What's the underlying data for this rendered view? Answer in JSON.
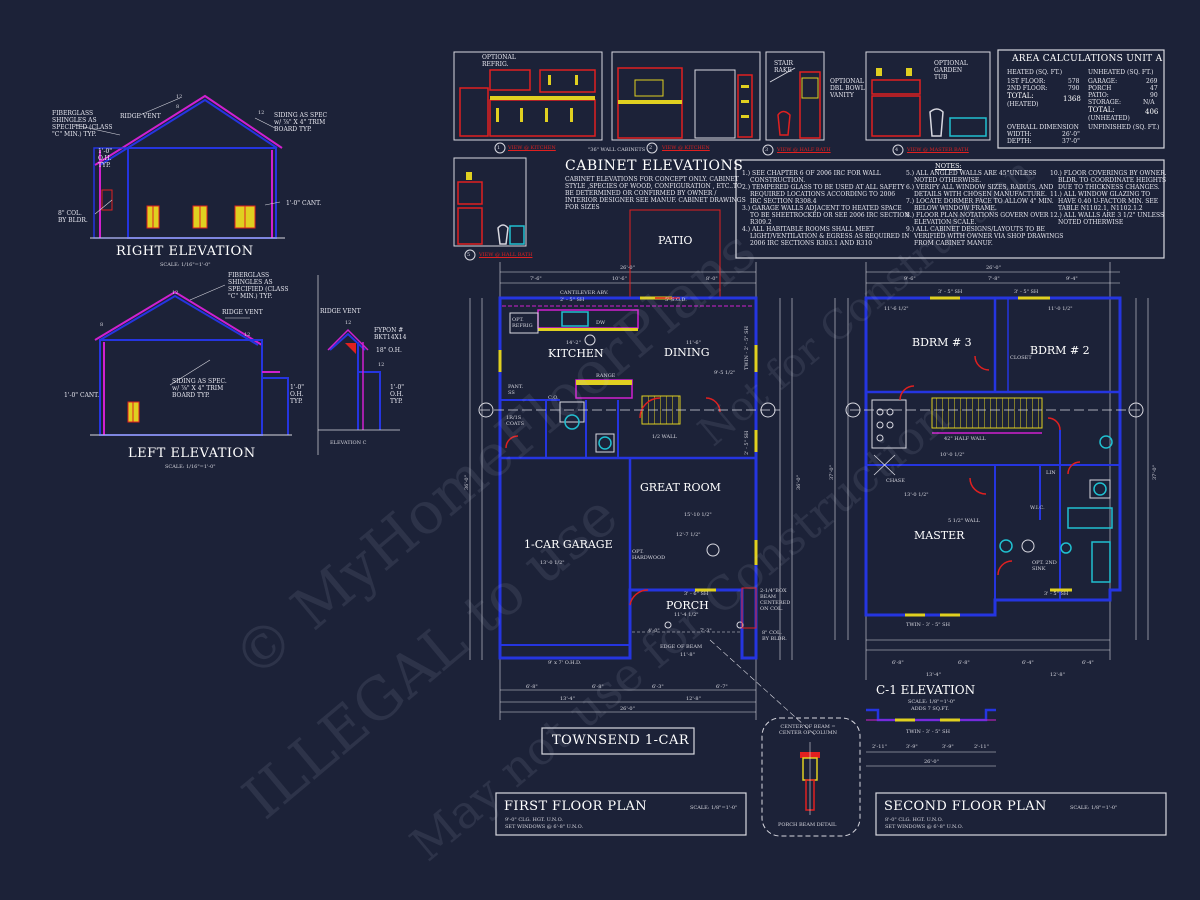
{
  "elevations": {
    "right": {
      "title": "RIGHT ELEVATION",
      "scale": "SCALE: 1/16\"=1'-0\"",
      "notes": [
        "FIBERGLASS",
        "SHINGLES AS",
        "SPECIFIED (CLASS",
        "\"C\" MIN.) TYP."
      ],
      "ridge": "RIDGE VENT",
      "siding": [
        "SIDING AS SPEC",
        "w/ ⅞\" X 4\" TRIM",
        "BOARD TYP."
      ],
      "oh": [
        "1'-0\"",
        "O.H.",
        "TYP."
      ],
      "cant": "1'-0\" CANT.",
      "col": [
        "8\" COL.",
        "BY BLDR."
      ],
      "dims": [
        "12",
        "8",
        "12"
      ]
    },
    "left": {
      "title": "LEFT ELEVATION",
      "scale": "SCALE: 1/16\"=1'-0\"",
      "notes": [
        "FIBERGLASS",
        "SHINGLES AS",
        "SPECIFIED (CLASS",
        "\"C\" MIN.) TYP."
      ],
      "ridge": "RIDGE VENT",
      "siding": [
        "SIDING AS SPEC.",
        "w/ ⅞\" X 4\" TRIM",
        "BOARD TYP."
      ],
      "oh": [
        "1'-0\"",
        "O.H.",
        "TYP."
      ],
      "cant": "1'-0\" CANT.",
      "dims": [
        "12",
        "8",
        "12"
      ]
    },
    "c": {
      "title": "ELEVATION C",
      "ridge": "RIDGE VENT",
      "fypon": [
        "FYPON #",
        "BKT14X14"
      ],
      "oh": "18\" O.H.",
      "oh2": [
        "1'-0\"",
        "O.H.",
        "TYP."
      ],
      "dims": [
        "12",
        "12"
      ]
    }
  },
  "cabinets": {
    "title": "CABINET ELEVATIONS",
    "desc": [
      "CABINET ELEVATIONS FOR CONCEPT ONLY. CABINET",
      "STYLE ,SPECIES OF WOOD, CONFIGURATION , ETC..TO",
      "BE DETERMINED OR CONFIRMED BY OWNER /",
      "INTERIOR DESIGNER SEE MANUF. CABINET DRAWINGS",
      "FOR SIZES"
    ],
    "refrig": [
      "OPTIONAL",
      "REFRIG."
    ],
    "wall36": "\"36\" WALL CABINETS",
    "views": [
      {
        "n": "1",
        "label": "VIEW @ KITCHEN"
      },
      {
        "n": "2",
        "label": "VIEW @ KITCHEN"
      },
      {
        "n": "3",
        "label": "VIEW @ HALF BATH"
      },
      {
        "n": "4",
        "label": "VIEW @ MASTER BATH"
      },
      {
        "n": "5",
        "label": "VIEW @ HALL BATH"
      }
    ],
    "stair": [
      "STAIR",
      "RAKE"
    ],
    "vanity": [
      "OPTIONAL",
      "DBL BOWL",
      "VANITY"
    ],
    "tub": [
      "OPTIONAL",
      "GARDEN",
      "TUB"
    ]
  },
  "area": {
    "title": "AREA CALCULATIONS UNIT A",
    "heated_hdr": "HEATED (SQ. FT.)",
    "unheated_hdr": "UNHEATED (SQ. FT.)",
    "heated": [
      [
        "1ST FLOOR:",
        "578"
      ],
      [
        "2ND FLOOR:",
        "790"
      ]
    ],
    "total_lbl": "TOTAL:",
    "total_sub": "(HEATED)",
    "total": "1368",
    "unheated": [
      [
        "GARAGE:",
        "269"
      ],
      [
        "PORCH",
        "47"
      ],
      [
        "PATIO:",
        "90"
      ],
      [
        "STORAGE:",
        "N/A"
      ]
    ],
    "utotal_lbl": "TOTAL:",
    "utotal_sub": "(UNHEATED)",
    "utotal": "406",
    "overall": "OVERALL DIMENSION",
    "width": [
      "WIDTH:",
      "26'-0\""
    ],
    "depth": [
      "DEPTH:",
      "37'-0\""
    ],
    "unfinished": "UNFINISHED (SQ. FT.)"
  },
  "notes": {
    "title": "NOTES:",
    "col1": [
      "1.) SEE CHAPTER 6 OF 2006 IRC FOR WALL",
      "CONSTRUCTION.",
      "2.) TEMPERED GLASS TO BE USED AT ALL SAFETY",
      "REQUIRED LOCATIONS ACCORDING TO 2006",
      "IRC SECTION R308.4",
      "3.) GARAGE WALLS ADJACENT TO HEATED SPACE",
      "TO BE SHEETROCKED OR SEE 2006 IRC SECTION",
      "R309.2",
      "4.) ALL HABITABLE ROOMS SHALL MEET",
      "LIGHT/VENTILATION & EGRESS AS REQUIRED IN",
      "2006 IRC SECTIONS R303.1 AND R310"
    ],
    "col2": [
      "5.) ALL ANGLED WALLS ARE 45°UNLESS",
      "NOTED OTHERWISE.",
      "6.) VERIFY ALL WINDOW SIZES, RADIUS, AND",
      "DETAILS WITH CHOSEN MANUFACTURE.",
      "7.) LOCATE DORMER FACE TO ALLOW 4\" MIN.",
      "BELOW WINDOW FRAME.",
      "8.) FLOOR PLAN NOTATIONS GOVERN OVER",
      "ELEVATION SCALE.",
      "9.) ALL CABINET DESIGNS/LAYOUTS TO BE",
      "VERIFIED WITH OWNER VIA SHOP DRAWINGS",
      "FROM CABINET MANUF."
    ],
    "col3": [
      "10.) FLOOR COVERINGS BY OWNER.",
      "BLDR. TO COORDINATE HEIGHTS",
      "DUE TO THICKNESS CHANGES.",
      "11.) ALL WINDOW GLAZING TO",
      "HAVE 0.40 U-FACTOR MIN. SEE",
      "TABLE N1102.1, N1102.1.2",
      "12.) ALL WALLS ARE 3 1/2\" UNLESS",
      "NOTED OTHERWISE"
    ]
  },
  "first_floor": {
    "title": "FIRST FLOOR PLAN",
    "scale": "SCALE: 1/8\"=1'-0\"",
    "clg": "9'-0\" CLG. HGT. U.N.O.",
    "windows": "SET WINDOWS @ 6'-8\" U.N.O.",
    "rooms": {
      "patio": "PATIO",
      "kitchen": "KITCHEN",
      "dining": "DINING",
      "great": "GREAT ROOM",
      "garage": "1-CAR GARAGE",
      "porch": "PORCH"
    },
    "labels": {
      "cantilever": "CANTILEVER ABV.",
      "sh1": "2' - 5\" SH",
      "sgd": "5' S.G.D.",
      "refrig": [
        "OPT.",
        "REFRIG"
      ],
      "dw": "DW",
      "range": "RANGE",
      "pant": [
        "PANT.",
        "SS"
      ],
      "coats": [
        "1R/1S",
        "COATS"
      ],
      "halfwall": "1/2 WALL",
      "hardwood": [
        "OPT.",
        "HARDWOOD"
      ],
      "ohd": "9' x 7' O.H.D.",
      "sh36": "3' - 6\" SH",
      "box": [
        "2-1/4\"BOX",
        "BEAM",
        "CENTERED",
        "ON COL."
      ],
      "col": [
        "8\" COL.",
        "BY BLDR."
      ],
      "edge": "EDGE OF BEAM",
      "twin": "TWIN - 2' - 5\" SH",
      "sh2": "2' - 5\" SH",
      "co": "C.O."
    },
    "dims": {
      "top": "26'-0\"",
      "t1": "7'-6\"",
      "t2": "10'-6\"",
      "t3": "8'-0\"",
      "k1": "14'-2\"",
      "k2": "11'-6\"",
      "g1": "13'-0 1/2\"",
      "g2": "12'-7 1/2\"",
      "g3": "15'-10 1/2\"",
      "p1": "11'-4 1/2\"",
      "p2": "4'-0\"",
      "p3": "7'-3\"",
      "p4": "11'-8\"",
      "b1": "6'-8\"",
      "b2": "6'-8\"",
      "b3": "6'-3\"",
      "b4": "6'-7\"",
      "c1": "13'-4\"",
      "c2": "12'-8\"",
      "bot": "26'-0\"",
      "left": "36'-0\"",
      "right": "36'-0\"",
      "r1": "9'-5 1/2\""
    }
  },
  "second_floor": {
    "title": "SECOND FLOOR PLAN",
    "scale": "SCALE: 1/8\"=1'-0\"",
    "clg": "8'-0\" CLG. HGT. U.N.O.",
    "windows": "SET WINDOWS @ 6'-8\" U.N.O.",
    "rooms": {
      "bdrm3": "BDRM # 3",
      "bdrm2": "BDRM # 2",
      "master": "MASTER"
    },
    "labels": {
      "sh1": "3' - 5\" SH",
      "sh2": "3' - 5\" SH",
      "halfwall": "42\" HALF WALL",
      "chase": "CHASE",
      "wall": "5 1/2\" WALL",
      "wic": "W.I.C.",
      "lin": "LIN",
      "twin": "TWIN - 3' - 5\" SH",
      "sh3": "3' - 5\" SH",
      "closet": "CLOSET",
      "sink": [
        "OPT. 2ND",
        "SINK"
      ]
    },
    "dims": {
      "top": "26'-0\"",
      "t1": "9'-6\"",
      "t2": "7'-8\"",
      "t3": "9'-4\"",
      "b3a": "11'-6 1/2\"",
      "b2a": "11'-0 1/2\"",
      "m1": "13'-0 1/2\"",
      "m2": "10'-0 1/2\"",
      "left": "37'-0\"",
      "right": "37'-0\"",
      "b1": "6'-8\"",
      "b2": "6'-8\"",
      "b3": "6'-4\"",
      "b4": "6'-4\"",
      "c1": "13'-4\"",
      "c2": "12'-8\""
    }
  },
  "c1": {
    "title": "C-1 ELEVATION",
    "scale": "SCALE: 1/8\"=1'-0\"",
    "adds": "ADDS 7 SQ.FT.",
    "twin": "TWIN - 3' - 5\" SH",
    "dims": [
      "2'-11\"",
      "3'-9\"",
      "3'-9\"",
      "2'-11\""
    ],
    "total": "26'-0\""
  },
  "townsend": "TOWNSEND 1-CAR",
  "beam_detail": {
    "note": [
      "CENTER OF BEAM =",
      "CENTER OF COLUMN"
    ],
    "title": "PORCH BEAM DETAIL"
  },
  "watermarks": [
    "© MyHomeFloorPlans",
    "ILLEGAL to use",
    "May not use for Construction",
    "Not for Construction"
  ],
  "colors": {
    "bg": "#1c2238",
    "wall": "#2535e0",
    "line": "#d8d8e0",
    "red": "#e02020",
    "magenta": "#d020d0",
    "yellow": "#e0d020",
    "cyan": "#20c0d0",
    "green": "#20c020"
  }
}
